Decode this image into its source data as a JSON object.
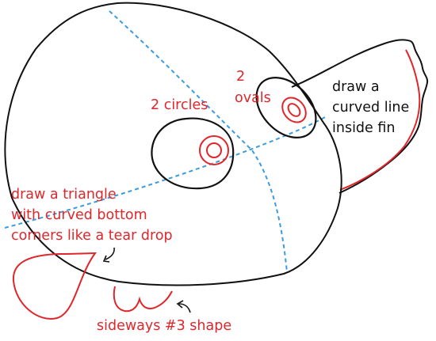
{
  "colors": {
    "outline": "#111111",
    "guide": "#3b9bdc",
    "accent": "#e0262b"
  },
  "labels": {
    "circles": "2 circles",
    "ovals_line1": "2",
    "ovals_line2": "ovals",
    "fin_line1": "draw a",
    "fin_line2": "curved line",
    "fin_line3": "inside fin",
    "triangle_line1": "draw a triangle",
    "triangle_line2": "with curved bottom",
    "triangle_line3": "corners like a tear drop",
    "three_shape": "sideways #3 shape"
  }
}
